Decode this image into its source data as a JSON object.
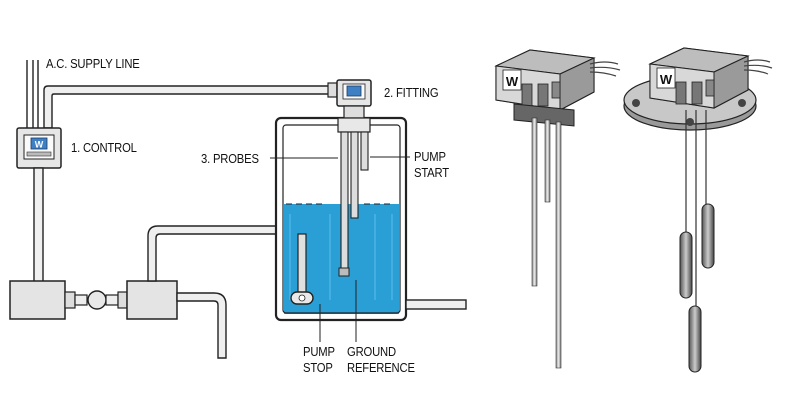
{
  "labels": {
    "supply_line": "A.C. SUPPLY LINE",
    "control": "1. CONTROL",
    "fitting": "2. FITTING",
    "probes": "3. PROBES",
    "pump_start_1": "PUMP",
    "pump_start_2": "START",
    "pump_stop_1": "PUMP",
    "pump_stop_2": "STOP",
    "ground_1": "GROUND",
    "ground_2": "REFERENCE"
  },
  "logos": {
    "brand_mark": "W"
  },
  "colors": {
    "water": "#2a9fd6",
    "water_light": "#6cc4ee",
    "pipe": "#e8e8e8",
    "outline": "#222222"
  }
}
